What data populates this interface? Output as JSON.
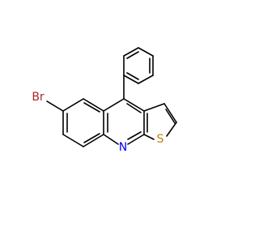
{
  "molecule": {
    "atoms": {
      "br": {
        "text": "Br",
        "color": "#a52a2a"
      },
      "n": {
        "text": "N",
        "color": "#0000ff"
      },
      "s": {
        "text": "S",
        "color": "#b8860b"
      }
    }
  }
}
